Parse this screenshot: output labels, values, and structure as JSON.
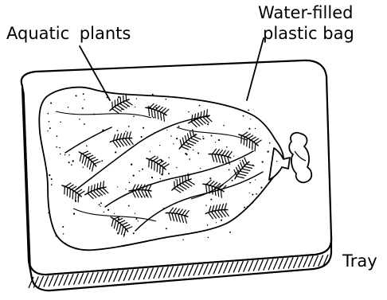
{
  "labels": {
    "aquatic_plants": "Aquatic plants",
    "bag_line1": "Water-filled",
    "bag_line2": "plastic bag",
    "tray": "Tray"
  },
  "colors": {
    "ink": "#000000",
    "paper": "#ffffff"
  }
}
